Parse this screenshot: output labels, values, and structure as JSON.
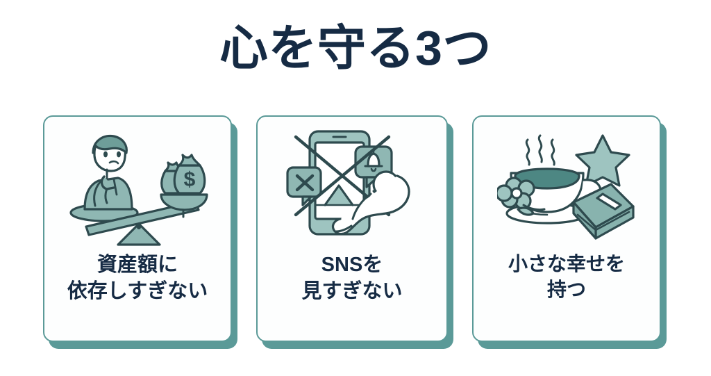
{
  "page": {
    "background_color": "#ffffff",
    "title": "心を守る3つ",
    "title_color": "#162b44"
  },
  "theme": {
    "accent_teal": "#5b9a98",
    "art_fill_light": "#9ec4c0",
    "art_fill_mid": "#88b3ae",
    "art_stroke_dark": "#2e4a4e",
    "text_navy": "#162b44",
    "card_bg": "#fdfefe"
  },
  "cards": [
    {
      "id": "card-asset-dependence",
      "label": "資産額に\n依存しすぎない",
      "illustration": "balance-scale-person-money-icon",
      "illustration_parts": [
        "thinking-person-icon",
        "money-bags-icon",
        "dollar-sign",
        "seesaw-balance-icon"
      ],
      "money_symbol": "$"
    },
    {
      "id": "card-sns-overuse",
      "label": "SNSを\n見すぎない",
      "illustration": "crossed-out-smartphone-relaxing-person-icon",
      "illustration_parts": [
        "smartphone-icon",
        "x-social-bubble-icon",
        "bell-notification-bubble-icon",
        "cross-out-strike-icon",
        "reclining-person-icon"
      ]
    },
    {
      "id": "card-small-happiness",
      "label": "小さな幸せを\n持つ",
      "illustration": "teacup-book-star-flower-icon",
      "illustration_parts": [
        "teacup-icon",
        "steam-icon",
        "flower-icon",
        "star-icon",
        "book-icon"
      ]
    }
  ]
}
